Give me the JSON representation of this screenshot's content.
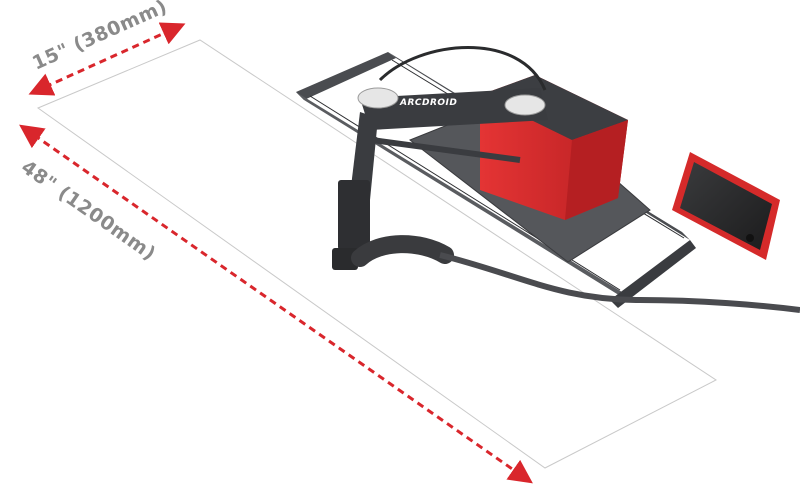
{
  "dimensions": {
    "width_label": "15\" (380mm)",
    "length_label": "48\" (1200mm)"
  },
  "machine": {
    "brand_logo": "ARCDROID"
  },
  "colors": {
    "arrow": "#d9262c",
    "machine_red": "#d52a2a",
    "frame_dark": "#3b3d40",
    "label_gray": "#8a8a8a"
  }
}
